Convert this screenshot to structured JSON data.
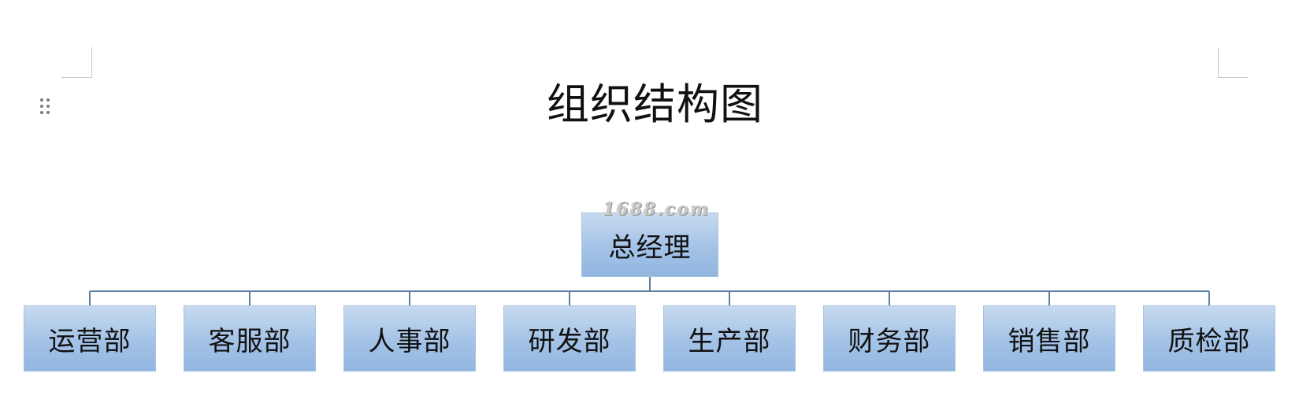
{
  "title": "组织结构图",
  "watermark": "1688.com",
  "colors": {
    "box_top": "#c7daf0",
    "box_bottom": "#93b6e0",
    "connector": "#5b7fa3"
  },
  "root": {
    "label": "总经理"
  },
  "departments": [
    {
      "label": "运营部"
    },
    {
      "label": "客服部"
    },
    {
      "label": "人事部"
    },
    {
      "label": "研发部"
    },
    {
      "label": "生产部"
    },
    {
      "label": "财务部"
    },
    {
      "label": "销售部"
    },
    {
      "label": "质检部"
    }
  ]
}
